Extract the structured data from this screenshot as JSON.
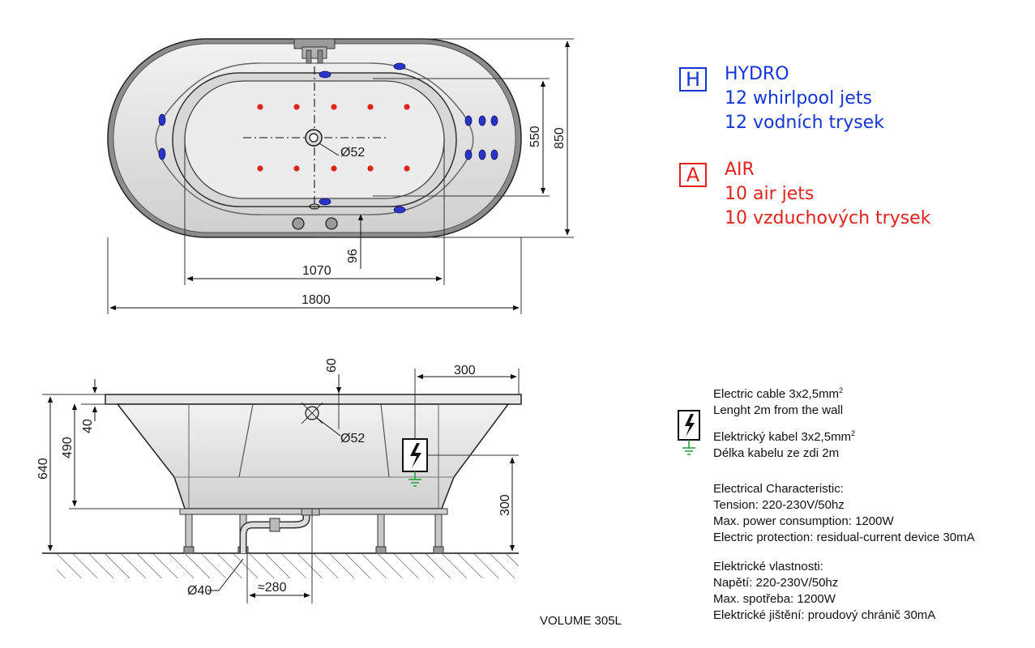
{
  "legend": {
    "hydro": {
      "letter": "H",
      "title": "HYDRO",
      "line_en": "12 whirlpool jets",
      "line_cz": "12 vodních trysek",
      "color": "#1436d6"
    },
    "air": {
      "letter": "A",
      "title": "AIR",
      "line_en": "10 air jets",
      "line_cz": "10 vzduchových trysek",
      "color": "#e3231b"
    }
  },
  "top_view": {
    "dims": {
      "length": "1800",
      "inner_length": "1070",
      "width": "850",
      "inner_width": "550",
      "offset": "96",
      "drain": "Ø52"
    }
  },
  "side_view": {
    "dims": {
      "total_height": "640",
      "body_height": "490",
      "rim": "40",
      "top_offset": "60",
      "cable_offset": "300",
      "cable_height": "300",
      "drain": "Ø52",
      "waste_diameter": "Ø40",
      "waste_offset": "≈280"
    }
  },
  "cable": {
    "en_line1": "Electric cable 3x2,5mm",
    "sup": "2",
    "en_line2": "Lenght 2m from the wall",
    "cz_line1": "Elektrický kabel 3x2,5mm",
    "cz_line2": "Délka kabelu ze zdi 2m"
  },
  "electrical_en": {
    "title": "Electrical Characteristic:",
    "tension": "Tension: 220-230V/50hz",
    "power": "Max. power consumption: 1200W",
    "protection": "Electric protection: residual-current device 30mA"
  },
  "electrical_cz": {
    "title": "Elektrické vlastnosti:",
    "tension": "Napětí: 220-230V/50hz",
    "power": "Max. spotřeba: 1200W",
    "protection": "Elektrické jištění: proudový chránič 30mA"
  },
  "volume": "VOLUME 305L",
  "colors": {
    "hydro_jet": "#2a35c8",
    "air_jet": "#e02418",
    "ground": "#1a9e3a",
    "tub_fill": "#e3e3e3",
    "tub_outer": "#9a9a9a"
  }
}
